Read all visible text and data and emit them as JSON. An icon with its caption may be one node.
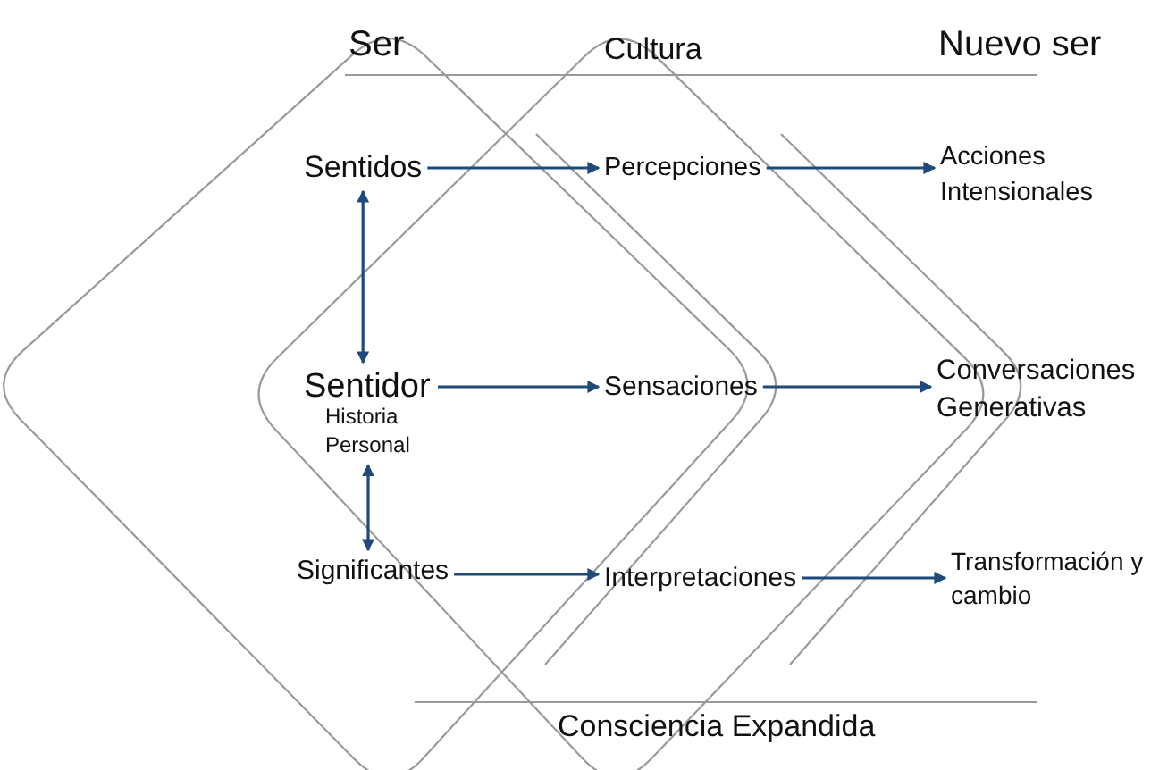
{
  "diagram": {
    "nodes": [
      {
        "text": [
          "Sentidos"
        ]
      },
      {
        "text": [
          "Percepciones"
        ]
      },
      {
        "text": [
          "Acciones Intensionales"
        ]
      },
      {
        "text": [
          "Sentidor"
        ],
        "beside": [
          "Historia Personal"
        ]
      },
      {
        "text": [
          "Sensaciones"
        ]
      },
      {
        "text": [
          "Conversaciones Generativas"
        ]
      },
      {
        "text": [
          "Significantes"
        ]
      },
      {
        "text": [
          "Interpretaciones"
        ]
      },
      {
        "text": [
          "Transformación y cambio"
        ]
      }
    ],
    "edges": [
      {
        "from": 0,
        "to": 1,
        "arrow": "to"
      },
      {
        "from": 1,
        "to": 2,
        "arrow": "to"
      },
      {
        "from": 3,
        "to": 4,
        "arrow": "to"
      },
      {
        "from": 4,
        "to": 5,
        "arrow": "to"
      },
      {
        "from": 6,
        "to": 7,
        "arrow": "to"
      },
      {
        "from": 7,
        "to": 8,
        "arrow": "to"
      },
      {
        "from": 0,
        "to": 3,
        "arrow": "both"
      },
      {
        "from": 3,
        "to": 6,
        "arrow": "both"
      }
    ],
    "labels": [
      "Ser",
      "Cultura",
      "Nuevo ser",
      "Consciencia Expandida"
    ]
  }
}
